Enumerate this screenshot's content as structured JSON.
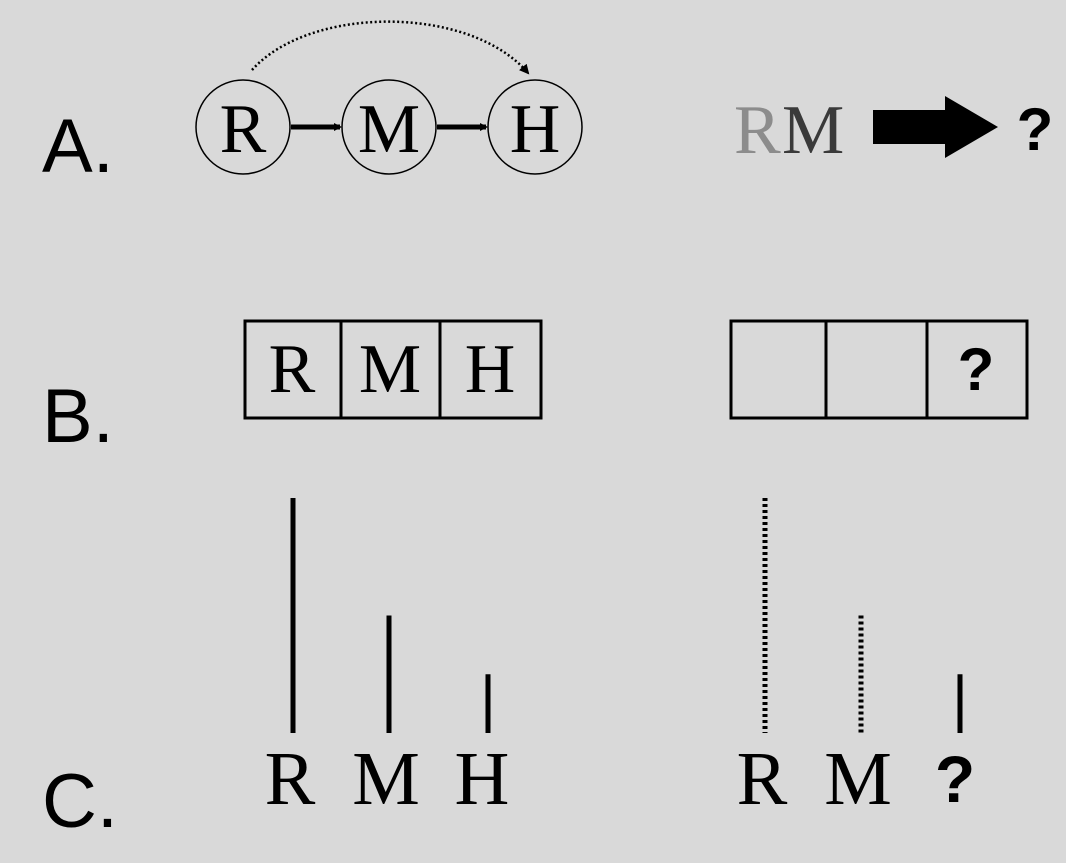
{
  "panels": {
    "a": {
      "label": "A.",
      "chain": [
        "R",
        "M",
        "H"
      ],
      "cue_r": "R",
      "cue_m": "M",
      "question": "?"
    },
    "b": {
      "label": "B.",
      "left_cells": [
        "R",
        "M",
        "H"
      ],
      "right_cells": [
        "",
        "",
        "?"
      ]
    },
    "c": {
      "label": "C.",
      "left": [
        {
          "label": "R",
          "level": 1.0
        },
        {
          "label": "M",
          "level": 0.5
        },
        {
          "label": "H",
          "level": 0.25
        }
      ],
      "right": [
        {
          "label": "R",
          "level": 1.0,
          "style": "dotted"
        },
        {
          "label": "M",
          "level": 0.5,
          "style": "dotted"
        },
        {
          "label": "?",
          "level": 0.25,
          "style": "solid"
        }
      ]
    }
  },
  "colors": {
    "background": "#d9d9d9",
    "ink": "#000000",
    "cue_r": "#8c8c8c",
    "cue_m": "#3a3a3a"
  }
}
